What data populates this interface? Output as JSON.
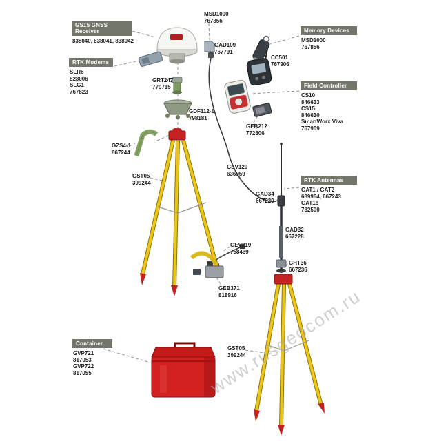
{
  "watermark": "www.rusgeocom.ru",
  "colors": {
    "group_header_bg": "#73766a",
    "tripod_yellow": "#ecc51c",
    "accent_red": "#c52222",
    "case_red": "#d32020"
  },
  "boxes": {
    "gs15": {
      "title": "GS15 GNSS Receiver",
      "body": "838040, 838041, 838042"
    },
    "rtk_modems": {
      "title": "RTK Modems",
      "body": "SLR6\n828006\nSLG1\n767823"
    },
    "memory_devices": {
      "title": "Memory Devices",
      "body": "MSD1000\n767856"
    },
    "field_controller": {
      "title": "Field Controller",
      "body": "CS10\n846633\nCS15\n846630\nSmartWorx Viva\n767909"
    },
    "rtk_antennas": {
      "title": "RTK Antennas",
      "body": "GAT1 / GAT2\n639964, 667243\nGAT18\n782500"
    },
    "container": {
      "title": "Container",
      "body": "GVP721\n817053\nGVP722\n817055"
    }
  },
  "labels": {
    "msd1000": {
      "name": "MSD1000",
      "code": "767856"
    },
    "gad109": {
      "name": "GAD109",
      "code": "767791"
    },
    "cc501": {
      "name": "CC501",
      "code": "767906"
    },
    "grt247": {
      "name": "GRT247",
      "code": "770715"
    },
    "gdf112": {
      "name": "GDF112-1",
      "code": "798181"
    },
    "geb212": {
      "name": "GEB212",
      "code": "772806"
    },
    "gzs4": {
      "name": "GZS4-1",
      "code": "667244"
    },
    "gst05_left": {
      "name": "GST05",
      "code": "399244"
    },
    "gev120": {
      "name": "GEV120",
      "code": "636959"
    },
    "gad34": {
      "name": "GAD34",
      "code": "667220"
    },
    "gad32": {
      "name": "GAD32",
      "code": "667228"
    },
    "gev219": {
      "name": "GEV219",
      "code": "758469"
    },
    "ght36": {
      "name": "GHT36",
      "code": "667236"
    },
    "geb371": {
      "name": "GEB371",
      "code": "818916"
    },
    "gst05_right": {
      "name": "GST05",
      "code": "399244"
    }
  }
}
